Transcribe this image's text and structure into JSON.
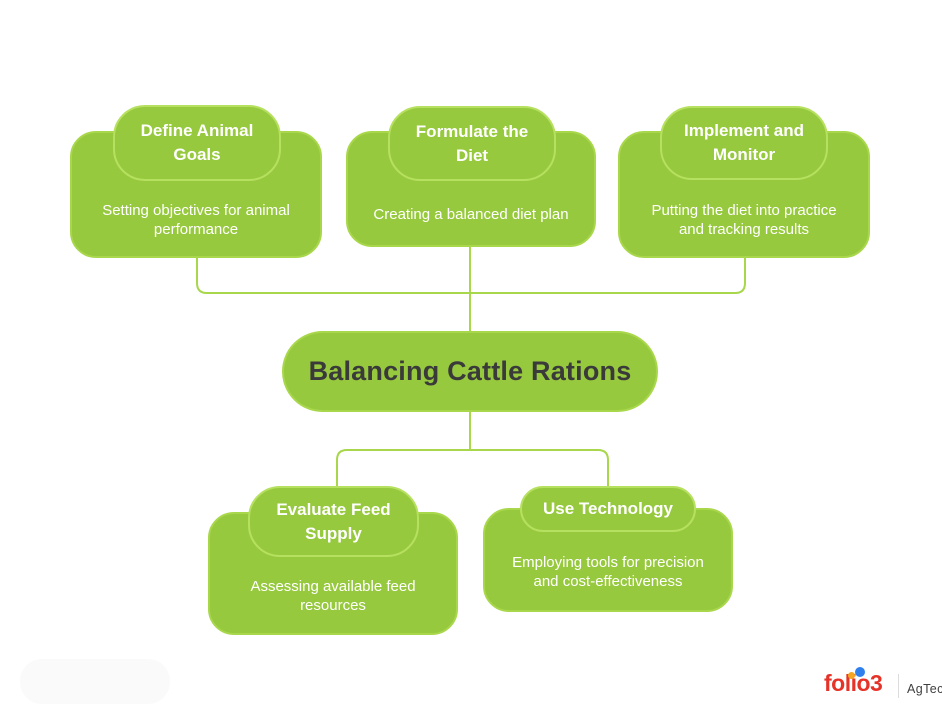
{
  "diagram": {
    "center": {
      "title": "Balancing Cattle Rations"
    },
    "nodes": [
      {
        "id": "define-animal-goals",
        "title": "Define Animal Goals",
        "description": "Setting objectives for animal performance"
      },
      {
        "id": "formulate-the-diet",
        "title": "Formulate the Diet",
        "description": "Creating a balanced diet plan"
      },
      {
        "id": "implement-and-monitor",
        "title": "Implement and Monitor",
        "description": "Putting the diet into practice and tracking results"
      },
      {
        "id": "evaluate-feed-supply",
        "title": "Evaluate Feed Supply",
        "description": "Assessing available feed resources"
      },
      {
        "id": "use-technology",
        "title": "Use Technology",
        "description": "Employing tools for precision and cost-effectiveness"
      }
    ],
    "colors": {
      "node_fill": "#97c93e",
      "node_border": "#a8d74b",
      "tab_border": "#b6e05f",
      "connector": "#a8d74b",
      "node_text": "#ffffff",
      "center_text": "#3a3a3a",
      "background": "#ffffff"
    }
  },
  "branding": {
    "logo_text": "folio3",
    "suffix": "AgTech",
    "colors": {
      "logo_red": "#e63329",
      "dot_yellow": "#f5a623",
      "dot_blue": "#2f80ed"
    }
  }
}
